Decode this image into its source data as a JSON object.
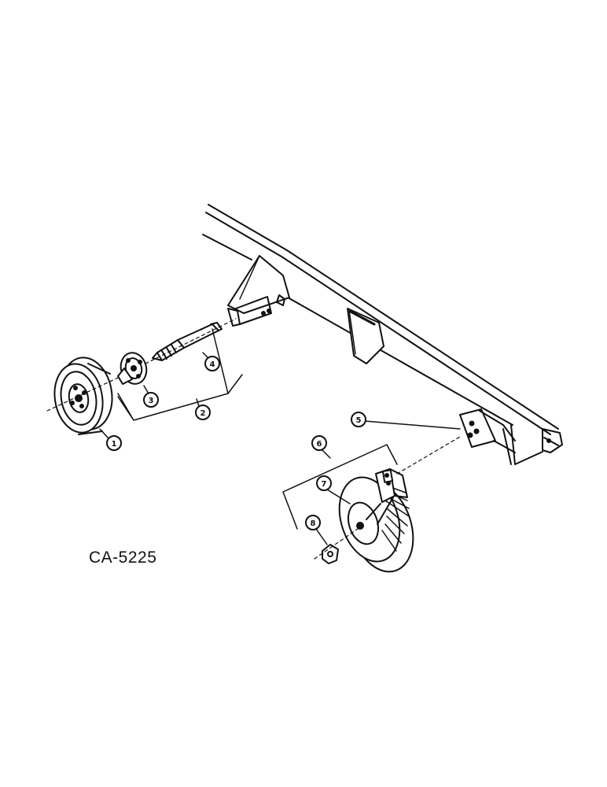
{
  "figure_id": "CA-5225",
  "callouts": [
    {
      "id": "c1",
      "label": "1"
    },
    {
      "id": "c2",
      "label": "2"
    },
    {
      "id": "c3",
      "label": "3"
    },
    {
      "id": "c4",
      "label": "4"
    },
    {
      "id": "c5",
      "label": "5"
    },
    {
      "id": "c6",
      "label": "6"
    },
    {
      "id": "c7",
      "label": "7"
    },
    {
      "id": "c8",
      "label": "8"
    }
  ]
}
